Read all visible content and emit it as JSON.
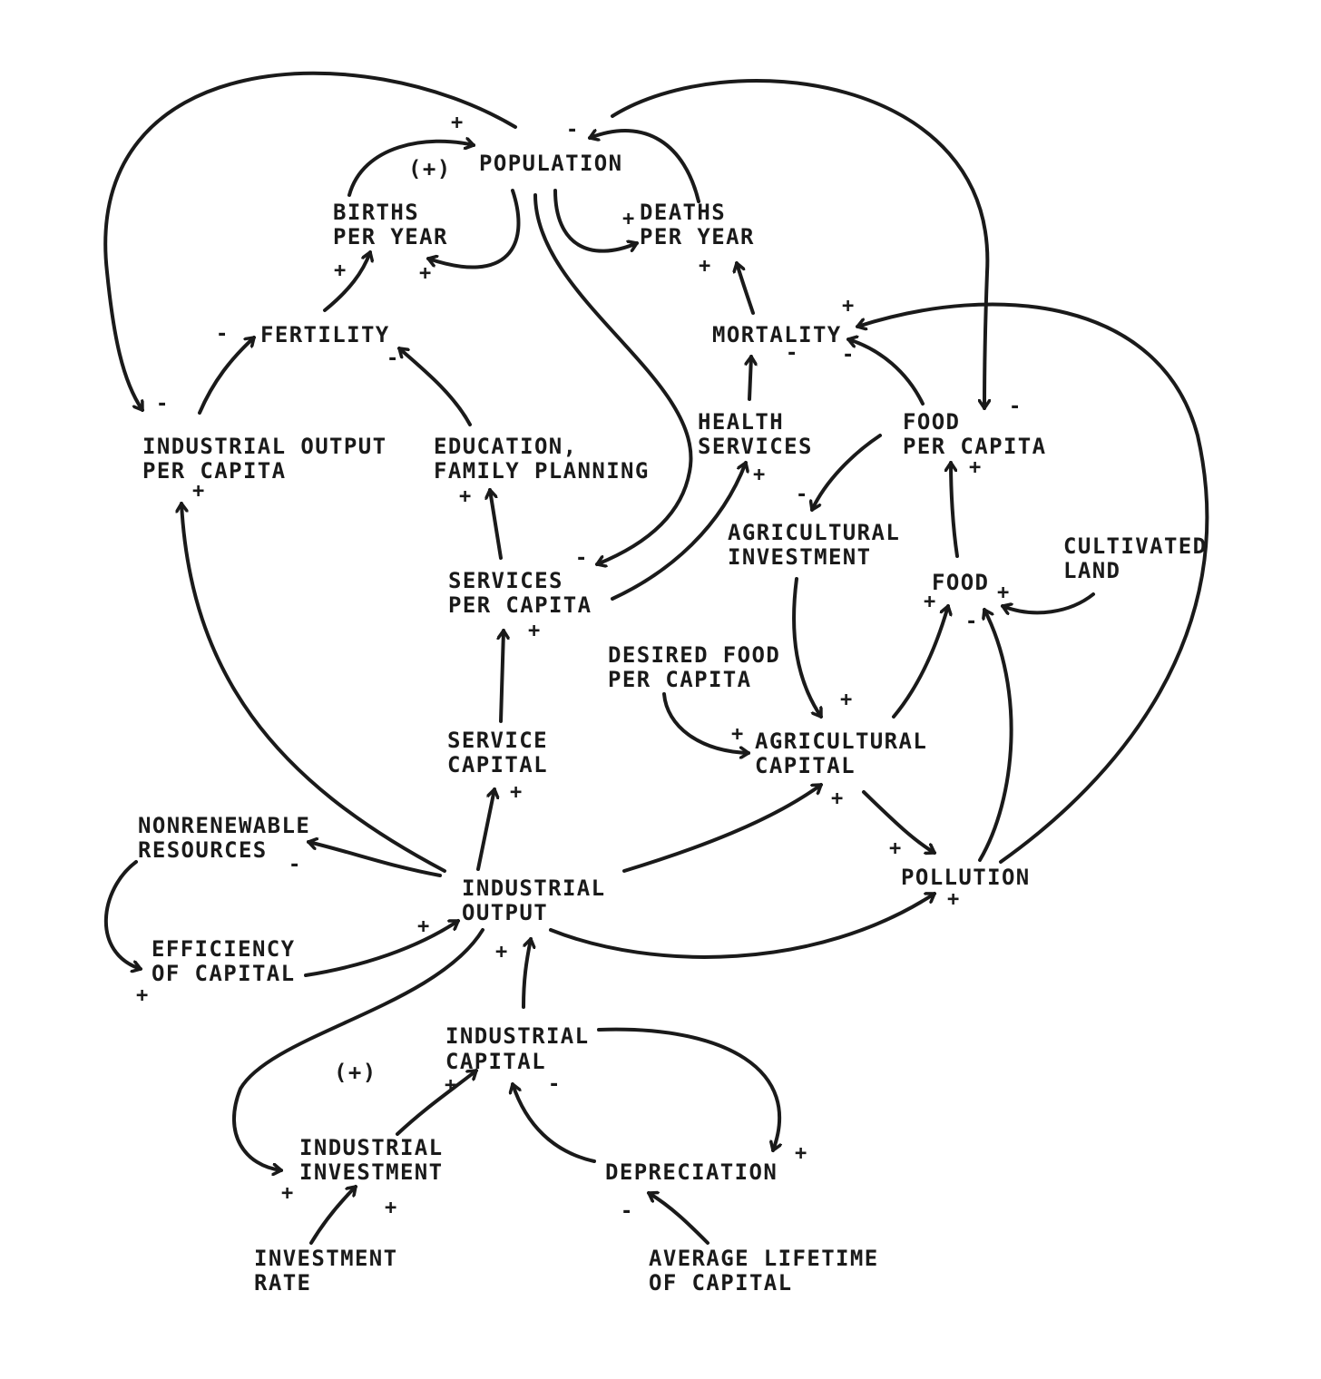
{
  "nodes": {
    "population": [
      "POPULATION"
    ],
    "births": [
      "BIRTHS",
      "PER YEAR"
    ],
    "deaths": [
      "DEATHS",
      "PER YEAR"
    ],
    "fertility": [
      "FERTILITY"
    ],
    "mortality": [
      "MORTALITY"
    ],
    "iopc": [
      "INDUSTRIAL OUTPUT",
      "PER CAPITA"
    ],
    "efp": [
      "EDUCATION,",
      "FAMILY PLANNING"
    ],
    "health": [
      "HEALTH",
      "SERVICES"
    ],
    "fpc": [
      "FOOD",
      "PER CAPITA"
    ],
    "agri_inv": [
      "AGRICULTURAL",
      "INVESTMENT"
    ],
    "spc": [
      "SERVICES",
      "PER CAPITA"
    ],
    "food": [
      "FOOD"
    ],
    "land": [
      "CULTIVATED",
      "LAND"
    ],
    "desired_food": [
      "DESIRED FOOD",
      "PER CAPITA"
    ],
    "service_cap": [
      "SERVICE",
      "CAPITAL"
    ],
    "agri_cap": [
      "AGRICULTURAL",
      "CAPITAL"
    ],
    "nonrenewable": [
      "NONRENEWABLE",
      "RESOURCES"
    ],
    "ind_output": [
      "INDUSTRIAL",
      "OUTPUT"
    ],
    "pollution": [
      "POLLUTION"
    ],
    "efficiency": [
      "EFFICIENCY",
      "OF CAPITAL"
    ],
    "ind_capital": [
      "INDUSTRIAL",
      "CAPITAL"
    ],
    "ind_investment": [
      "INDUSTRIAL",
      "INVESTMENT"
    ],
    "depreciation": [
      "DEPRECIATION"
    ],
    "inv_rate": [
      "INVESTMENT",
      "RATE"
    ],
    "lifetime": [
      "AVERAGE LIFETIME",
      "OF CAPITAL"
    ]
  },
  "loops": [
    "(+)",
    "(+)"
  ],
  "edges": [
    {
      "from": "births",
      "to": "population",
      "sign": "+"
    },
    {
      "from": "deaths",
      "to": "population",
      "sign": "-"
    },
    {
      "from": "population",
      "to": "births",
      "sign": "+"
    },
    {
      "from": "population",
      "to": "deaths",
      "sign": "+"
    },
    {
      "from": "population",
      "to": "iopc",
      "sign": "-"
    },
    {
      "from": "population",
      "to": "fpc",
      "sign": "-"
    },
    {
      "from": "population",
      "to": "spc",
      "sign": "-"
    },
    {
      "from": "fertility",
      "to": "births",
      "sign": "+"
    },
    {
      "from": "iopc",
      "to": "fertility",
      "sign": "-"
    },
    {
      "from": "efp",
      "to": "fertility",
      "sign": "-"
    },
    {
      "from": "mortality",
      "to": "deaths",
      "sign": "+"
    },
    {
      "from": "health",
      "to": "mortality",
      "sign": "-"
    },
    {
      "from": "fpc",
      "to": "mortality",
      "sign": "-"
    },
    {
      "from": "pollution",
      "to": "mortality",
      "sign": "+"
    },
    {
      "from": "fpc",
      "to": "agri_inv",
      "sign": "-"
    },
    {
      "from": "spc",
      "to": "health",
      "sign": "+"
    },
    {
      "from": "spc",
      "to": "efp",
      "sign": "+"
    },
    {
      "from": "agri_inv",
      "to": "agri_cap",
      "sign": "+"
    },
    {
      "from": "desired_food",
      "to": "agri_cap",
      "sign": "+"
    },
    {
      "from": "agri_cap",
      "to": "food",
      "sign": "+"
    },
    {
      "from": "food",
      "to": "fpc",
      "sign": "+"
    },
    {
      "from": "land",
      "to": "food",
      "sign": "+"
    },
    {
      "from": "pollution",
      "to": "food",
      "sign": "-"
    },
    {
      "from": "agri_cap",
      "to": "pollution",
      "sign": "+"
    },
    {
      "from": "ind_output",
      "to": "agri_cap",
      "sign": "+"
    },
    {
      "from": "ind_output",
      "to": "pollution",
      "sign": "+"
    },
    {
      "from": "ind_output",
      "to": "service_cap",
      "sign": "+"
    },
    {
      "from": "service_cap",
      "to": "spc",
      "sign": "+"
    },
    {
      "from": "ind_output",
      "to": "iopc",
      "sign": "+"
    },
    {
      "from": "ind_output",
      "to": "nonrenewable",
      "sign": "-"
    },
    {
      "from": "nonrenewable",
      "to": "efficiency",
      "sign": "+"
    },
    {
      "from": "efficiency",
      "to": "ind_output",
      "sign": "+"
    },
    {
      "from": "ind_capital",
      "to": "ind_output",
      "sign": "+"
    },
    {
      "from": "ind_output",
      "to": "ind_investment",
      "sign": "+"
    },
    {
      "from": "ind_investment",
      "to": "ind_capital",
      "sign": "+"
    },
    {
      "from": "ind_capital",
      "to": "depreciation",
      "sign": "+"
    },
    {
      "from": "depreciation",
      "to": "ind_capital",
      "sign": "-"
    },
    {
      "from": "inv_rate",
      "to": "ind_investment",
      "sign": "+"
    },
    {
      "from": "lifetime",
      "to": "depreciation",
      "sign": "-"
    }
  ]
}
